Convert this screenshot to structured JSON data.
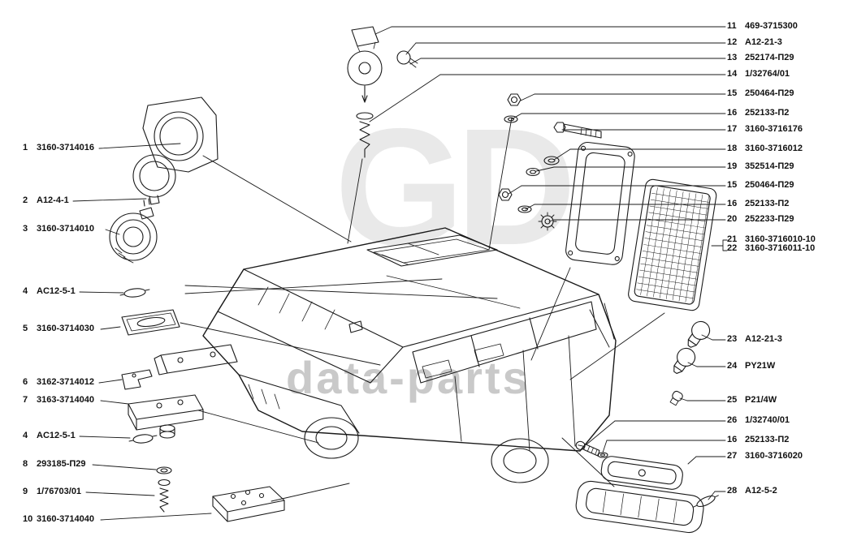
{
  "watermark": {
    "logo_text": "GD",
    "brand_text": "data-parts"
  },
  "colors": {
    "line": "#1a1a1a",
    "background": "#ffffff",
    "watermark_logo": "#e9e9e9",
    "watermark_brand": "#c9c9c9"
  },
  "left_labels": [
    {
      "num": "1",
      "code": "3160-3714016"
    },
    {
      "num": "2",
      "code": "A12-4-1"
    },
    {
      "num": "3",
      "code": "3160-3714010"
    },
    {
      "num": "4",
      "code": "AC12-5-1"
    },
    {
      "num": "5",
      "code": "3160-3714030"
    },
    {
      "num": "6",
      "code": "3162-3714012"
    },
    {
      "num": "7",
      "code": "3163-3714040"
    },
    {
      "num": "4",
      "code": "AC12-5-1"
    },
    {
      "num": "8",
      "code": "293185-П29"
    },
    {
      "num": "9",
      "code": "1/76703/01"
    },
    {
      "num": "10",
      "code": "3160-3714040"
    }
  ],
  "right_labels": [
    {
      "num": "11",
      "code": "469-3715300"
    },
    {
      "num": "12",
      "code": "A12-21-3"
    },
    {
      "num": "13",
      "code": "252174-П29"
    },
    {
      "num": "14",
      "code": "1/32764/01"
    },
    {
      "num": "15",
      "code": "250464-П29"
    },
    {
      "num": "16",
      "code": "252133-П2"
    },
    {
      "num": "17",
      "code": "3160-3716176"
    },
    {
      "num": "18",
      "code": "3160-3716012"
    },
    {
      "num": "19",
      "code": "352514-П29"
    },
    {
      "num": "15",
      "code": "250464-П29"
    },
    {
      "num": "16",
      "code": "252133-П2"
    },
    {
      "num": "20",
      "code": "252233-П29"
    },
    {
      "num": "21",
      "code": "3160-3716010-10"
    },
    {
      "num": "22",
      "code": "3160-3716011-10"
    },
    {
      "num": "23",
      "code": "A12-21-3"
    },
    {
      "num": "24",
      "code": "PY21W"
    },
    {
      "num": "25",
      "code": "P21/4W"
    },
    {
      "num": "26",
      "code": "1/32740/01"
    },
    {
      "num": "16",
      "code": "252133-П2"
    },
    {
      "num": "27",
      "code": "3160-3716020"
    },
    {
      "num": "28",
      "code": "A12-5-2"
    }
  ]
}
